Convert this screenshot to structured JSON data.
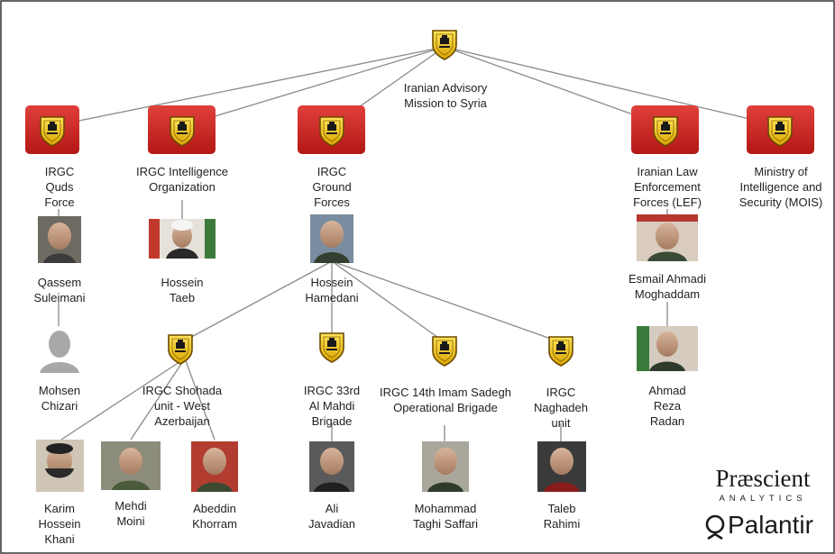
{
  "nodes": {
    "root": {
      "lines": [
        "Iranian Advisory",
        "Mission to Syria"
      ]
    },
    "quds": {
      "lines": [
        "IRGC",
        "Quds",
        "Force"
      ]
    },
    "intel": {
      "lines": [
        "IRGC Intelligence",
        "Organization"
      ]
    },
    "ground": {
      "lines": [
        "IRGC",
        "Ground",
        "Forces"
      ]
    },
    "lef": {
      "lines": [
        "Iranian Law",
        "Enforcement",
        "Forces (LEF)"
      ]
    },
    "mois": {
      "lines": [
        "Ministry of",
        "Intelligence and",
        "Security (MOIS)"
      ]
    },
    "shohada": {
      "lines": [
        "IRGC Shohada",
        "unit - West",
        "Azerbaijan"
      ]
    },
    "mahdi": {
      "lines": [
        "IRGC 33rd",
        "Al Mahdi",
        "Brigade"
      ]
    },
    "sadegh": {
      "lines": [
        "IRGC 14th Imam Sadegh",
        "Operational Brigade"
      ]
    },
    "naghadeh": {
      "lines": [
        "IRGC",
        "Naghadeh",
        "unit"
      ]
    }
  },
  "people": {
    "suleimani": {
      "lines": [
        "Qassem",
        "Suleimani"
      ]
    },
    "taeb": {
      "lines": [
        "Hossein",
        "Taeb"
      ]
    },
    "hamedani": {
      "lines": [
        "Hossein",
        "Hamedani"
      ]
    },
    "moghaddam": {
      "lines": [
        "Esmail Ahmadi",
        "Moghaddam"
      ]
    },
    "chizari": {
      "lines": [
        "Mohsen",
        "Chizari"
      ]
    },
    "radan": {
      "lines": [
        "Ahmad",
        "Reza",
        "Radan"
      ]
    },
    "khani": {
      "lines": [
        "Karim",
        "Hossein",
        "Khani"
      ]
    },
    "moini": {
      "lines": [
        "Mehdi",
        "Moini"
      ]
    },
    "khorram": {
      "lines": [
        "Abeddin",
        "Khorram"
      ]
    },
    "javadian": {
      "lines": [
        "Ali",
        "Javadian"
      ]
    },
    "saffari": {
      "lines": [
        "Mohammad",
        "Taghi Saffari"
      ]
    },
    "rahimi": {
      "lines": [
        "Taleb",
        "Rahimi"
      ]
    }
  },
  "logos": {
    "praescient": "Præscient",
    "analytics": "ANALYTICS",
    "palantir": "Palantir"
  },
  "colors": {
    "badge_red": "#c8201f",
    "badge_gold": "#f2c400",
    "line": "#8a8a8a",
    "text": "#222222"
  }
}
